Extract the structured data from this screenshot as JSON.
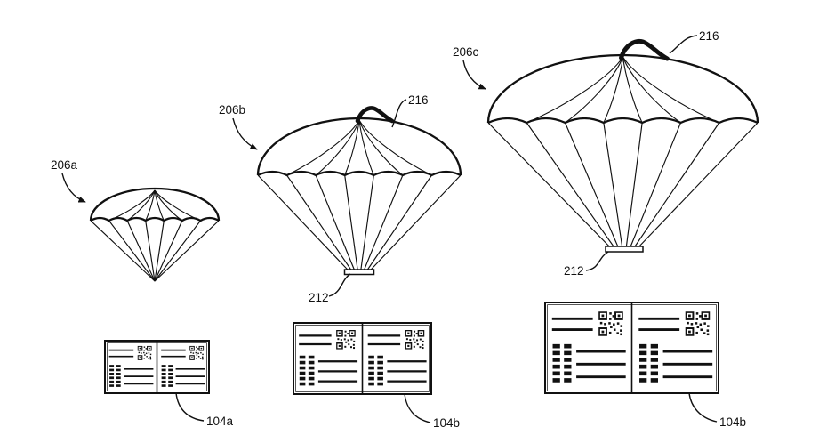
{
  "figure": {
    "background": "#ffffff",
    "ink": "#111111",
    "parachutes": [
      {
        "label": "206a",
        "size": "small"
      },
      {
        "label": "206b",
        "size": "medium",
        "handle_label": "216",
        "attachment_label": "212"
      },
      {
        "label": "206c",
        "size": "large",
        "handle_label": "216",
        "attachment_label": "212"
      }
    ],
    "cards": [
      {
        "label": "104a",
        "panels": 2,
        "panel_features": [
          "text-lines",
          "qr-code",
          "vertical-barcode"
        ]
      },
      {
        "label": "104b",
        "panels": 2,
        "panel_features": [
          "text-lines",
          "qr-code",
          "vertical-barcode"
        ]
      },
      {
        "label": "104b",
        "panels": 2,
        "panel_features": [
          "text-lines",
          "qr-code",
          "vertical-barcode"
        ]
      }
    ]
  }
}
